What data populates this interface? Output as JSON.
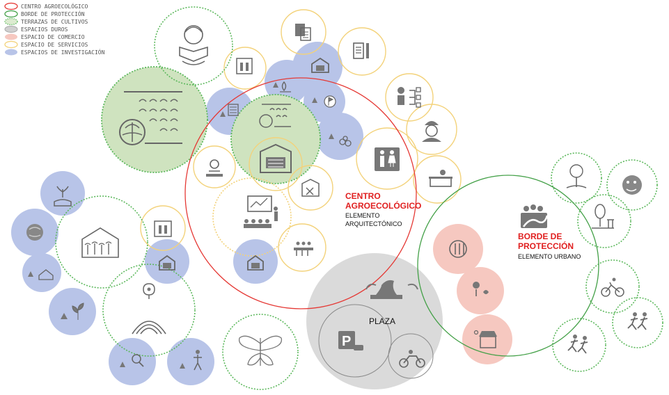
{
  "legend": [
    {
      "text": "CENTRO AGROECOLÓGICO",
      "color": "#e53935",
      "style": "solid"
    },
    {
      "text": "BORDE DE PROTECCIÓN",
      "color": "#43a047",
      "style": "solid"
    },
    {
      "text": "TERRAZAS DE CULTIVOS",
      "color": "#66bb6a",
      "style": "dotted-fill"
    },
    {
      "text": "ESPACIOS DUROS",
      "color": "#bdbdbd",
      "style": "fill"
    },
    {
      "text": "ESPACIO DE COMERCIO",
      "color": "#f6c8c0",
      "style": "fill"
    },
    {
      "text": "ESPACIO DE SERVICIOS",
      "color": "#f3d27a",
      "style": "solid"
    },
    {
      "text": "ESPACIOS DE INVESTIGACIÓN",
      "color": "#aebde4",
      "style": "fill"
    }
  ],
  "labels": {
    "centro_line1": "CENTRO",
    "centro_line2": "AGROECOLÓGICO",
    "centro_sub1": "ELEMENTO",
    "centro_sub2": "ARQUITECTÓNICO",
    "borde_line1": "BORDE DE",
    "borde_line2": "PROTECCIÓN",
    "borde_sub": "ELEMENTO URBANO",
    "plaza": "PLAZA"
  },
  "colors": {
    "red": "#e53935",
    "green": "#43a047",
    "dotted_green": "#5cb85c",
    "yellow": "#f3d27a",
    "grey": "#d9d9d9",
    "pink": "#f6c8c0",
    "blue": "#b8c4e8",
    "crop_fill": "#cfe3bf",
    "icon": "#666666"
  }
}
